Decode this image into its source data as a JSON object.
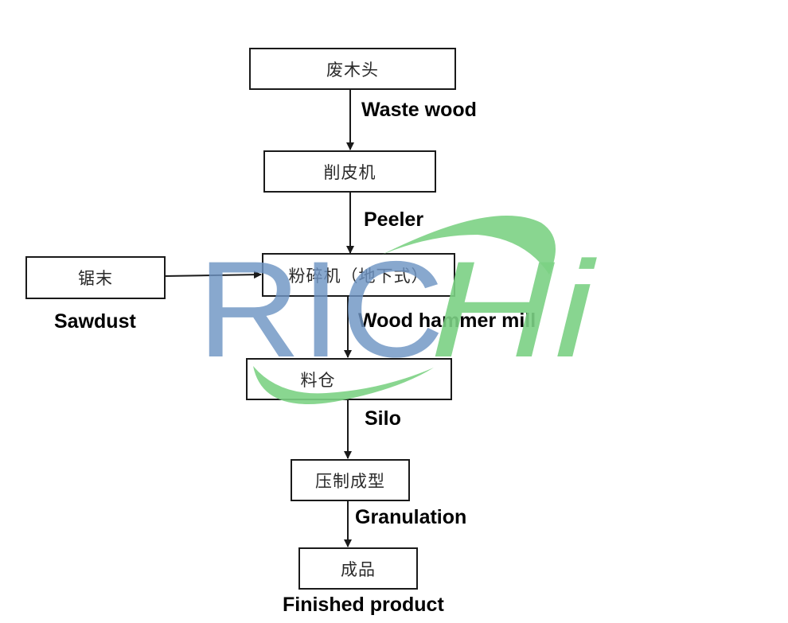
{
  "nodes": {
    "waste_wood": "废木头",
    "peeler": "削皮机",
    "sawdust": "锯末",
    "hammer_mill": "粉碎机（地下式）",
    "silo": "料仓",
    "granulation": "压制成型",
    "finished": "成品"
  },
  "labels": {
    "waste_wood": "Waste wood",
    "peeler": "Peeler",
    "sawdust": "Sawdust",
    "hammer_mill": "Wood hammer mill",
    "silo": "Silo",
    "granulation": "Granulation",
    "finished": "Finished product"
  },
  "watermark": {
    "text_blue": "RIC",
    "text_green": "Hi",
    "color_blue": "#6f95c4",
    "color_green": "#7cd184"
  },
  "colors": {
    "stroke": "#1a1a1a",
    "text": "#000000"
  }
}
